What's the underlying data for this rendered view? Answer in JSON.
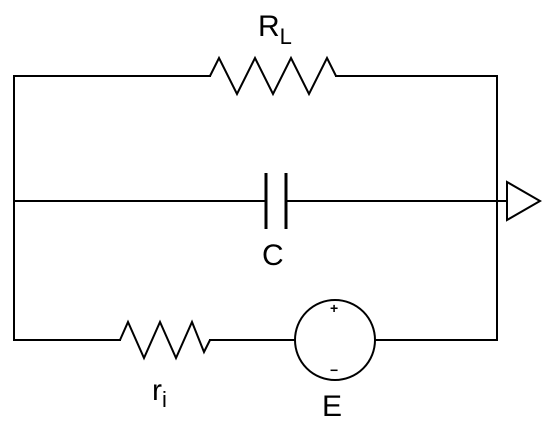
{
  "diagram": {
    "components": {
      "load_resistor": {
        "label": "R",
        "subscript": "L"
      },
      "capacitor": {
        "label": "C"
      },
      "internal_resistor": {
        "label": "r",
        "subscript": "i"
      },
      "source": {
        "label": "E",
        "positive": "+",
        "negative": "−"
      }
    }
  }
}
